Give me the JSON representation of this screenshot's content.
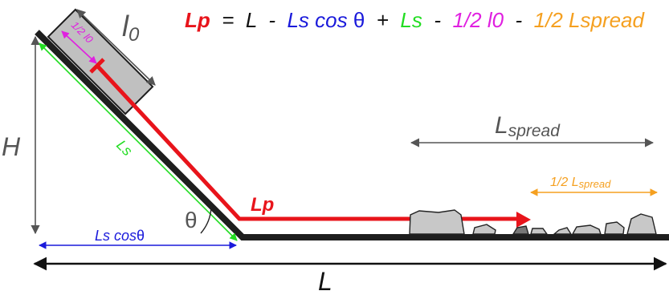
{
  "formula": {
    "lp": "Lp",
    "eq": " = ",
    "l": "L",
    "minus1": " - ",
    "ls_cos": "Ls cos",
    "theta": "θ",
    "plus": " + ",
    "ls": "Ls",
    "minus2": " - ",
    "half_l0": "1/2 l0",
    "minus3": " - ",
    "half_lspread": "1/2 Lspread"
  },
  "labels": {
    "l0_main": "l",
    "l0_sub": "0",
    "half_l0": "1/2 l0",
    "h": "H",
    "ls": "Ls",
    "theta": "θ",
    "lp": "Lp",
    "ls_cos_text": "Ls cos",
    "ls_cos_theta": "θ",
    "l_bottom": "L",
    "lspread_main": "L",
    "lspread_sub": "spread",
    "half_lspread_prefix": "1/2 L",
    "half_lspread_sub": "spread"
  },
  "colors": {
    "red": "#e8141b",
    "blue": "#1a1adb",
    "green": "#22dd22",
    "magenta": "#e020e0",
    "orange": "#f5a020",
    "gray_text": "#555555",
    "dark": "#222222",
    "box_fill": "#c0c0c0",
    "rock_fill": "#c8c8c8"
  }
}
